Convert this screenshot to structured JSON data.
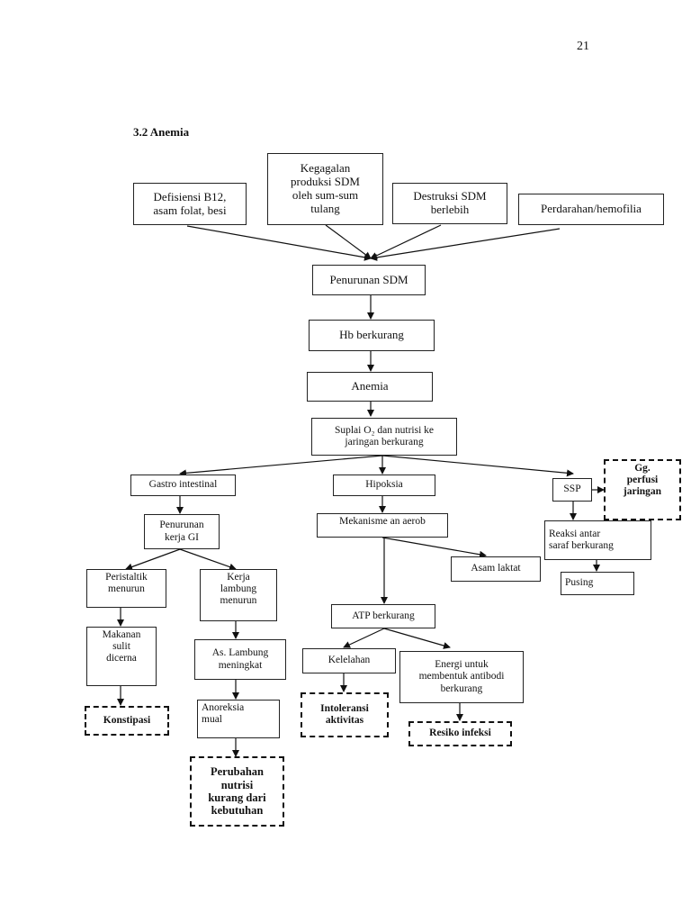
{
  "page_number": "21",
  "section_title": "3.2 Anemia",
  "nodes": {
    "defisiensi": "Defisiensi B12,\nasam folat, besi",
    "kegagalan": "Kegagalan\nproduksi SDM\noleh sum-sum\ntulang",
    "destruksi": "Destruksi SDM\nberlebih",
    "perdarahan": "Perdarahan/hemofilia",
    "penurunan_sdm": "Penurunan SDM",
    "hb_berkurang": "Hb berkurang",
    "anemia": "Anemia",
    "suplai": "Suplai O₂ dan nutrisi ke\njaringan berkurang",
    "gastro": "Gastro intestinal",
    "hipoksia": "Hipoksia",
    "ssp": "SSP",
    "gg_perfusi": "Gg.\nperfusi\njaringan",
    "penurunan_gi": "Penurunan\nkerja GI",
    "mekanisme": "Mekanisme an aerob",
    "reaksi": "Reaksi antar\nsaraf berkurang",
    "peristaltik": "Peristaltik\nmenurun",
    "kerja_lambung": "Kerja\nlambung\nmenurun",
    "asam_laktat": "Asam laktat",
    "pusing": "Pusing",
    "atp": "ATP berkurang",
    "makanan": "Makanan\nsulit\ndicerna",
    "as_lambung": "As. Lambung\nmeningkat",
    "kelelahan": "Kelelahan",
    "energi": "Energi untuk\nmembentuk antibodi\nberkurang",
    "konstipasi": "Konstipasi",
    "anoreksia": "Anoreksia\nmual",
    "intoleransi": "Intoleransi\naktivitas",
    "resiko": "Resiko infeksi",
    "perubahan": "Perubahan\nnutrisi\nkurang dari\nkebutuhan"
  }
}
